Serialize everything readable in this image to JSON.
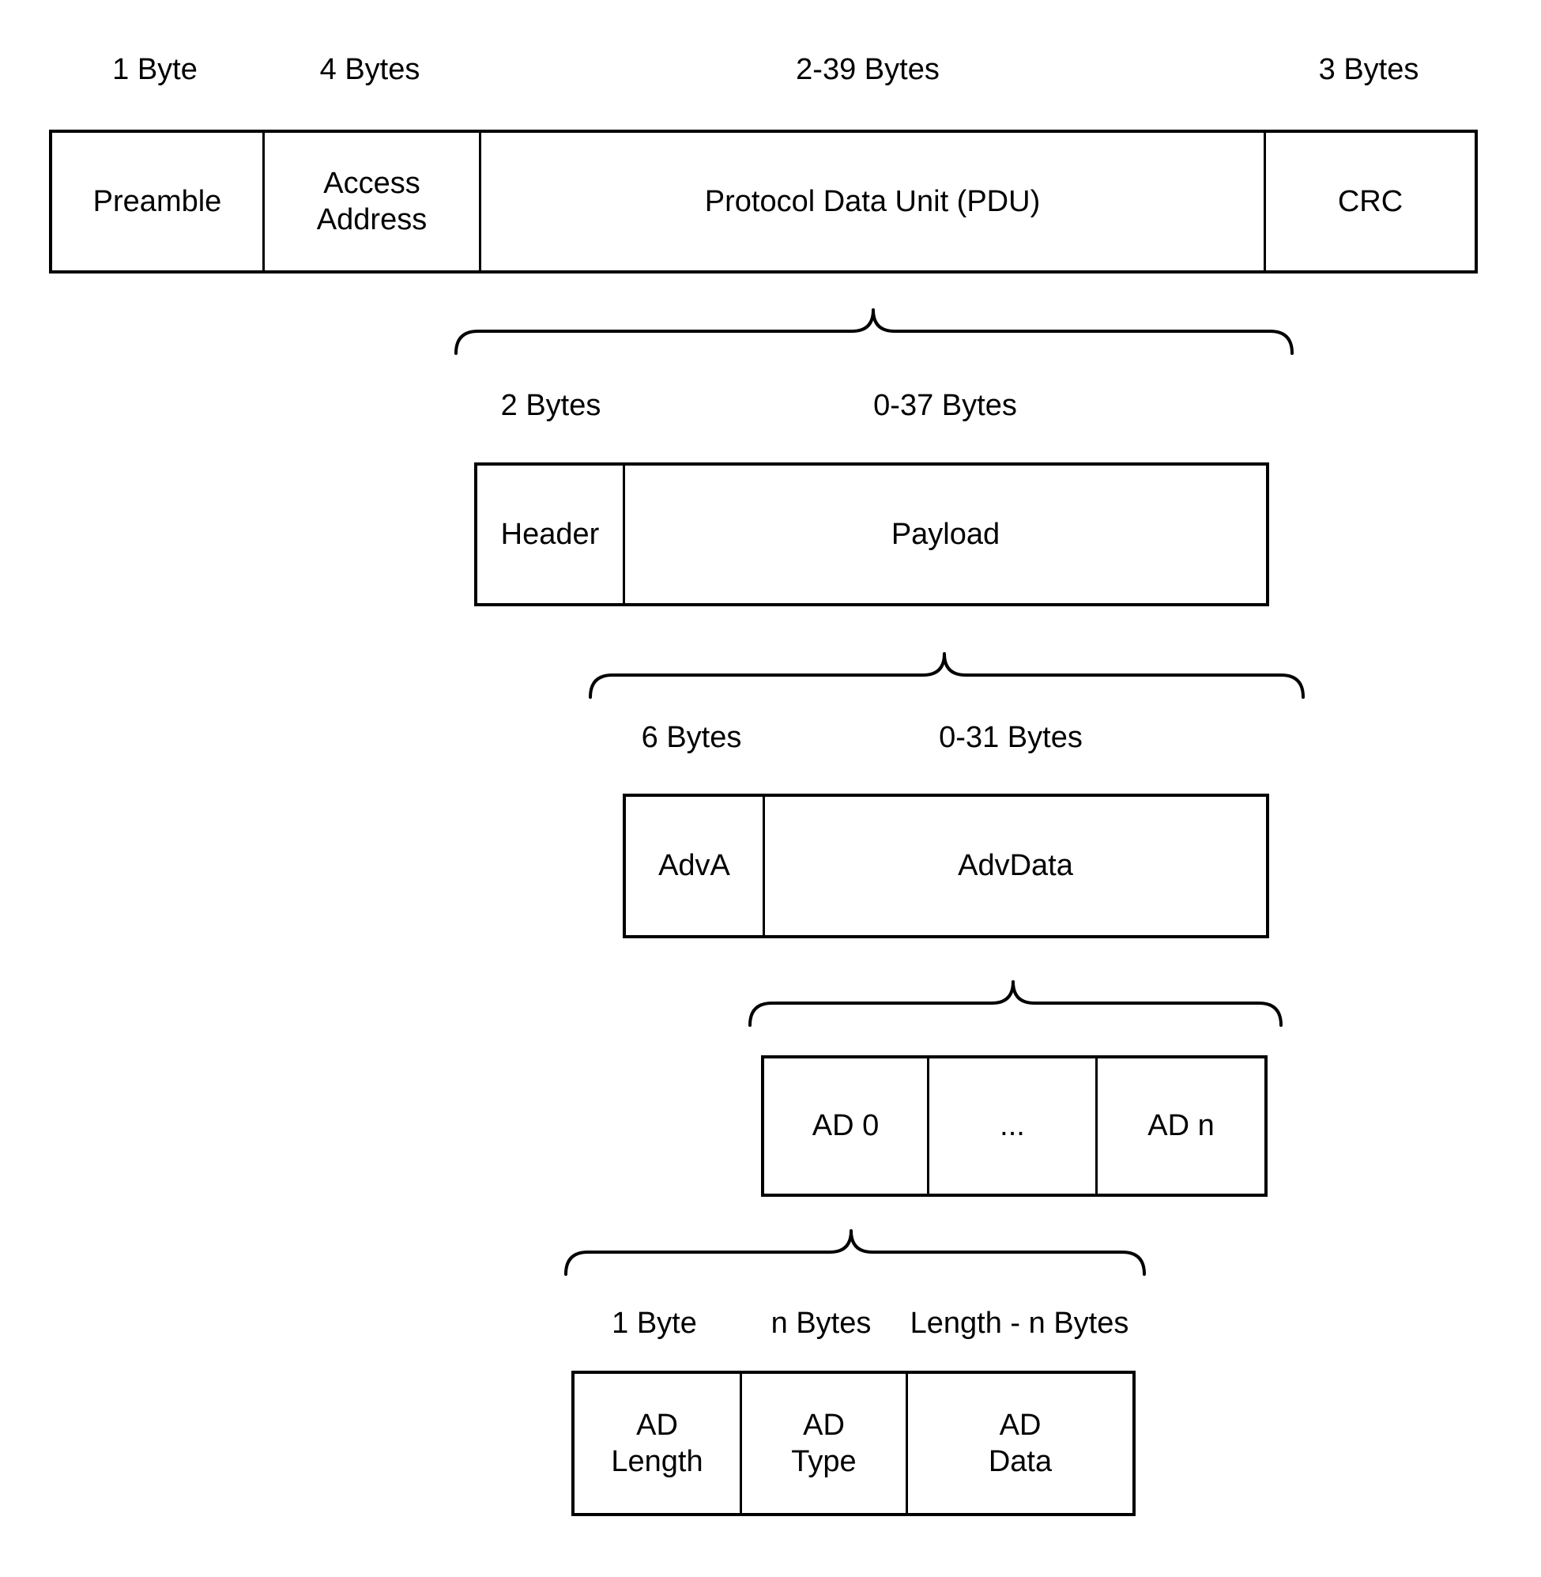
{
  "diagram": {
    "colors": {
      "line": "#000000",
      "background": "#ffffff",
      "text": "#000000"
    },
    "packet_row": {
      "size_labels": {
        "preamble": "1 Byte",
        "access_address": "4 Bytes",
        "pdu": "2-39 Bytes",
        "crc": "3 Bytes"
      },
      "cells": {
        "preamble": "Preamble",
        "access_address": "Access\nAddress",
        "pdu": "Protocol Data Unit (PDU)",
        "crc": "CRC"
      }
    },
    "pdu_row": {
      "size_labels": {
        "header": "2 Bytes",
        "payload": "0-37 Bytes"
      },
      "cells": {
        "header": "Header",
        "payload": "Payload"
      }
    },
    "payload_row": {
      "size_labels": {
        "adva": "6 Bytes",
        "advdata": "0-31 Bytes"
      },
      "cells": {
        "adva": "AdvA",
        "advdata": "AdvData"
      }
    },
    "advdata_row": {
      "cells": {
        "ad0": "AD 0",
        "ellipsis": "...",
        "adn": "AD n"
      }
    },
    "ad_structure_row": {
      "size_labels": {
        "ad_length": "1 Byte",
        "ad_type": "n Bytes",
        "ad_data": "Length - n Bytes"
      },
      "cells": {
        "ad_length": "AD\nLength",
        "ad_type": "AD\nType",
        "ad_data": "AD\nData"
      }
    }
  }
}
